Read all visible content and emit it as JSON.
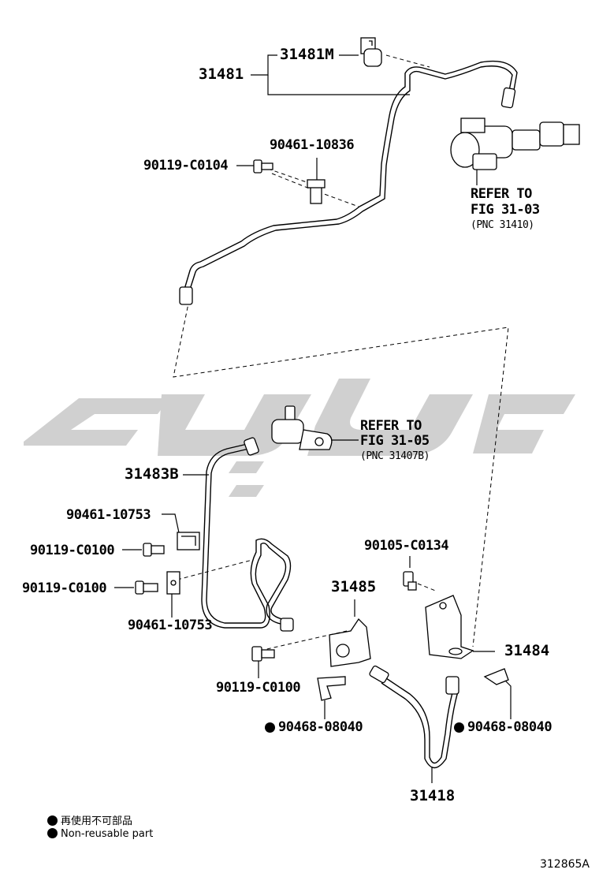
{
  "labels": {
    "p31481": "31481",
    "p31481M": "31481M",
    "p90461_10836": "90461-10836",
    "p90119_C0104": "90119-C0104",
    "refer1_line1": "REFER TO",
    "refer1_line2": "FIG 31-03",
    "refer1_line3": "(PNC 31410)",
    "refer2_line1": "REFER TO",
    "refer2_line2": "FIG 31-05",
    "refer2_line3": "(PNC 31407B)",
    "p31483B": "31483B",
    "p90461_10753_a": "90461-10753",
    "p90119_C0100_a": "90119-C0100",
    "p90119_C0100_b": "90119-C0100",
    "p90461_10753_b": "90461-10753",
    "p90105_C0134": "90105-C0134",
    "p31485": "31485",
    "p31484": "31484",
    "p90119_C0100_c": "90119-C0100",
    "p90468_08040_a": "90468-08040",
    "p90468_08040_b": "90468-08040",
    "p31418": "31418"
  },
  "legend": {
    "line1": "再使用不可部品",
    "line2": "Non-reusable part"
  },
  "figure_id": "312865A",
  "colors": {
    "line": "#000000",
    "watermark": "#cfcfcf"
  }
}
